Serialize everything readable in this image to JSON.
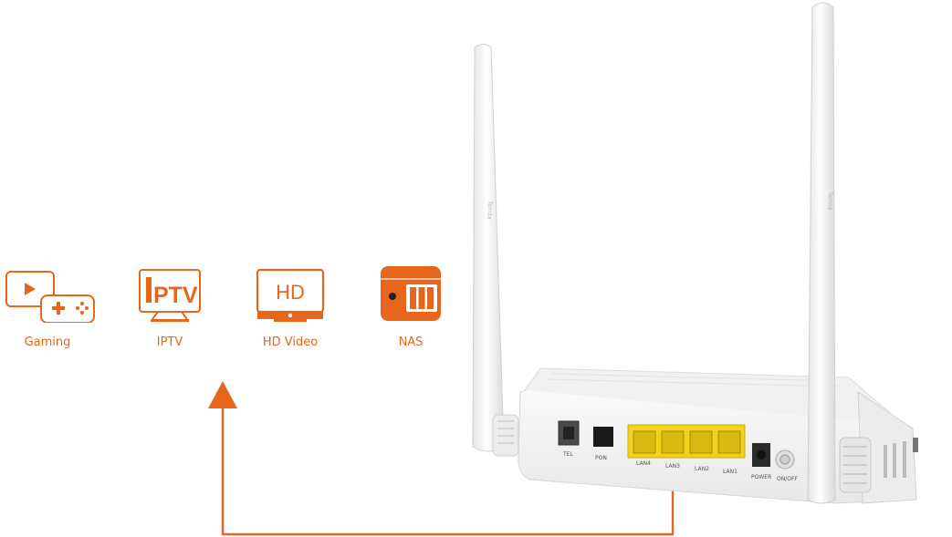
{
  "features": [
    {
      "label": "Gaming",
      "icon": "gaming-icon"
    },
    {
      "label": "IPTV",
      "icon": "iptv-icon"
    },
    {
      "label": "HD Video",
      "icon": "hd-video-icon"
    },
    {
      "label": "NAS",
      "icon": "nas-icon"
    }
  ],
  "iptv_icon_text": "PTV",
  "hd_icon_text": "HD",
  "router": {
    "brand": "Tenda",
    "ports": [
      "TEL",
      "PON",
      "LAN4",
      "LAN3",
      "LAN2",
      "LAN1",
      "POWER",
      "ON/OFF"
    ]
  },
  "colors": {
    "accent": "#e8661b",
    "port_yellow": "#f2d21a",
    "device": "#f4f4f4"
  }
}
